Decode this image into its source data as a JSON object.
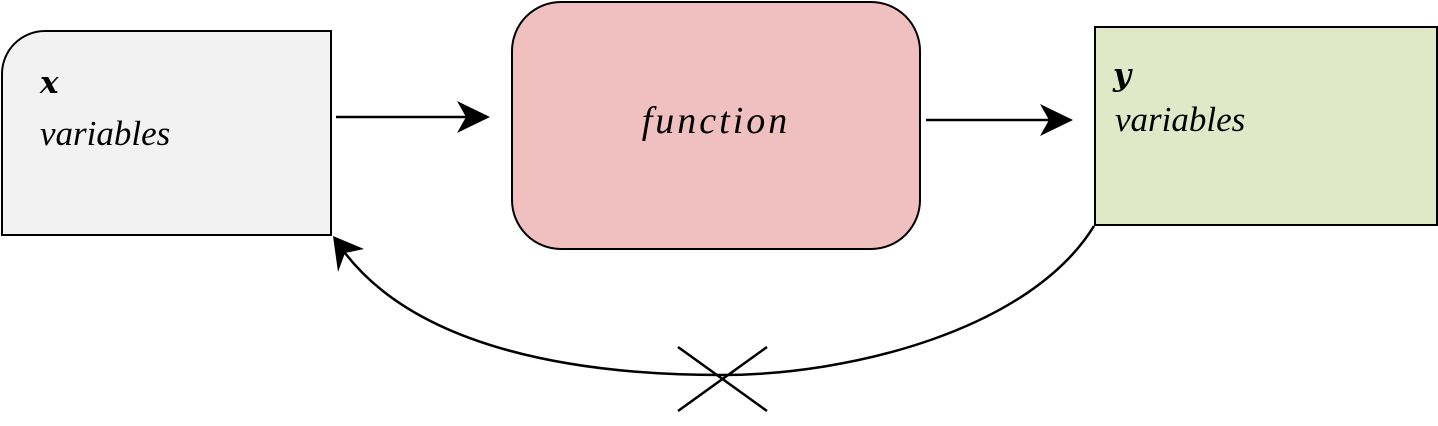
{
  "colors": {
    "x_fill": "#f2f2f2",
    "function_fill": "#f0bfc0",
    "y_fill": "#e1e8c7",
    "stroke": "#000000"
  },
  "nodes": {
    "x": {
      "name": "x",
      "desc": "variables"
    },
    "function": {
      "label": "function"
    },
    "y": {
      "name": "y",
      "desc": "variables"
    }
  },
  "edges": [
    {
      "from": "x",
      "to": "function",
      "style": "arrow"
    },
    {
      "from": "function",
      "to": "y",
      "style": "arrow"
    },
    {
      "from": "y",
      "to": "x",
      "style": "curved-arrow",
      "mark": "blocked-cross"
    }
  ]
}
